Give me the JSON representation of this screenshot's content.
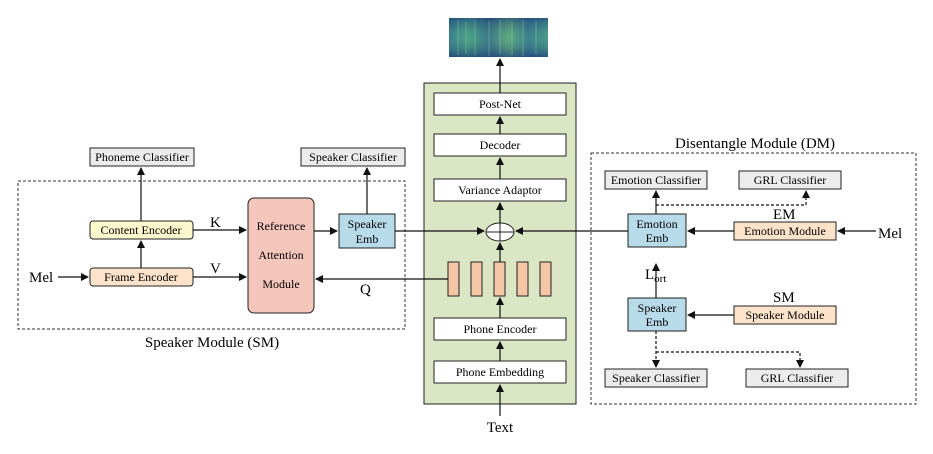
{
  "colors": {
    "green_panel": "#dbe6c4",
    "gray_box": "#ececec",
    "yellow_box": "#fcf7cc",
    "orange_box": "#fde3ca",
    "ref_box": "#f5c6bb",
    "blue_box": "#b7dbe8",
    "bar_fill": "#f5c6a5",
    "stroke": "#222222"
  },
  "main": {
    "post_net": "Post-Net",
    "decoder": "Decoder",
    "variance_adaptor": "Variance Adaptor",
    "phone_encoder": "Phone Encoder",
    "phone_embedding": "Phone Embedding",
    "text_input": "Text"
  },
  "speaker_module": {
    "title": "Speaker Module (SM)",
    "phoneme_classifier": "Phoneme Classifier",
    "speaker_classifier": "Speaker Classifier",
    "content_encoder": "Content Encoder",
    "frame_encoder": "Frame Encoder",
    "mel_input": "Mel",
    "k_label": "K",
    "v_label": "V",
    "q_label": "Q",
    "reference_attention": [
      "Reference",
      "Attention",
      "Module"
    ],
    "speaker_emb": [
      "Speaker",
      "Emb"
    ]
  },
  "disentangle_module": {
    "title": "Disentangle Module (DM)",
    "emotion_classifier": "Emotion Classifier",
    "grl_classifier_top": "GRL Classifier",
    "em_label": "EM",
    "emotion_emb": [
      "Emotion",
      "Emb"
    ],
    "emotion_module": "Emotion Module",
    "mel_input": "Mel",
    "lort_main": "L",
    "lort_sub": "ort",
    "sm_label": "SM",
    "speaker_emb": [
      "Speaker",
      "Emb"
    ],
    "speaker_module": "Speaker Module",
    "speaker_classifier": "Speaker Classifier",
    "grl_classifier_bottom": "GRL Classifier"
  }
}
